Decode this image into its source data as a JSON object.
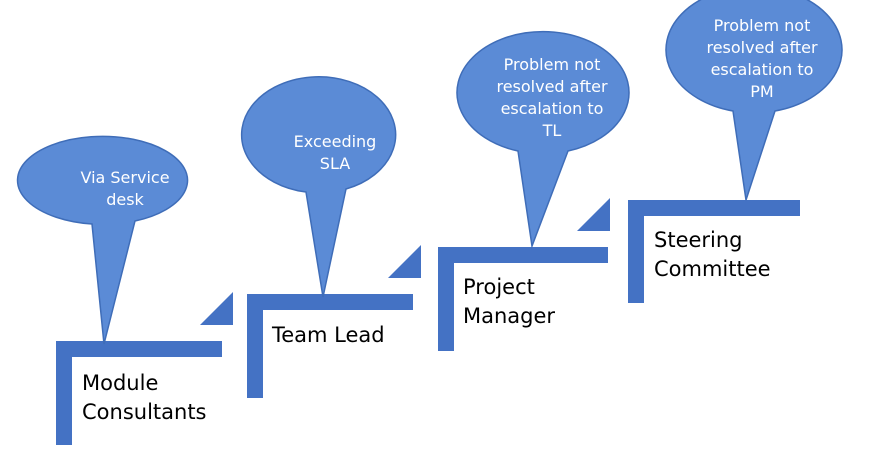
{
  "colors": {
    "step": "#4472C4",
    "bubble_fill": "#5B8BD6",
    "bubble_edge": "#3F6DB8",
    "bubble_text": "#FFFFFF",
    "label_text": "#000000"
  },
  "steps": [
    {
      "label": "Module\nConsultants",
      "bubble": "Via Service\ndesk"
    },
    {
      "label": "Team Lead",
      "bubble": "Exceeding\nSLA"
    },
    {
      "label": "Project\nManager",
      "bubble": "Problem not\nresolved after\nescalation to\nTL"
    },
    {
      "label": "Steering\nCommittee",
      "bubble": "Problem not\nresolved after\nescalation to\nPM"
    }
  ]
}
